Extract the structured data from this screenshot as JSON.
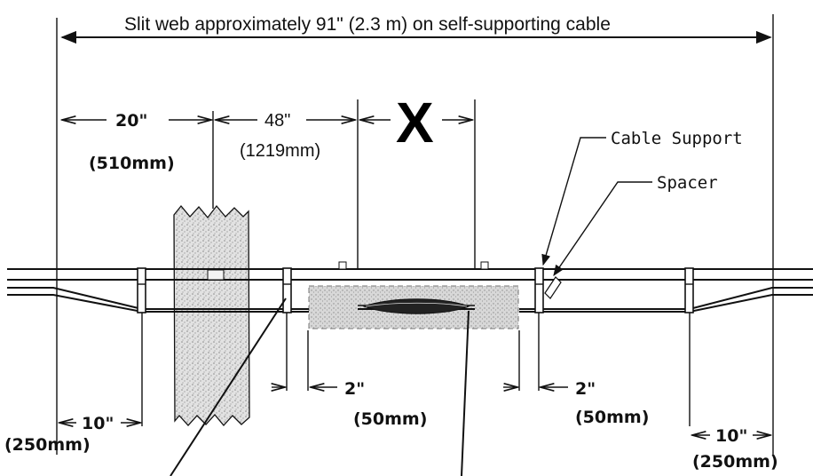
{
  "title": "Slit web approximately 91\" (2.3 m) on self-supporting cable",
  "dimensions": {
    "d20_in": "20\"",
    "d20_mm": "(510mm)",
    "d48_in": "48\"",
    "d48_mm": "(1219mm)",
    "x_label": "X",
    "d2_left_in": "2\"",
    "d2_left_mm": "(50mm)",
    "d2_right_in": "2\"",
    "d2_right_mm": "(50mm)",
    "d10_left_in": "10\"",
    "d10_left_mm": "(250mm)",
    "d10_right_in": "10\"",
    "d10_right_mm": "(250mm)"
  },
  "labels": {
    "cable_support": "Cable Support",
    "spacer": "Spacer"
  }
}
